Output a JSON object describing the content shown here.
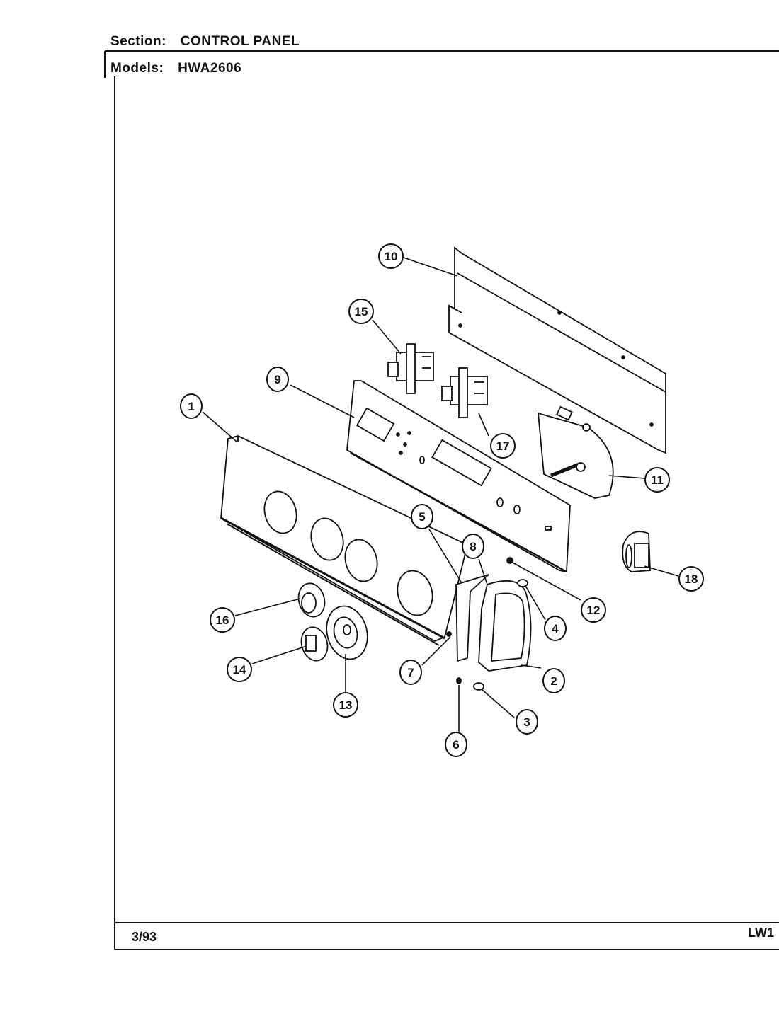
{
  "header": {
    "section_label": "Section:",
    "section_value": "CONTROL PANEL",
    "models_label": "Models:",
    "models_value": "HWA2606"
  },
  "footer": {
    "date": "3/93",
    "code": "LW1"
  },
  "callouts": [
    "1",
    "2",
    "3",
    "4",
    "5",
    "6",
    "7",
    "8",
    "9",
    "10",
    "11",
    "12",
    "13",
    "14",
    "15",
    "16",
    "17",
    "18"
  ]
}
